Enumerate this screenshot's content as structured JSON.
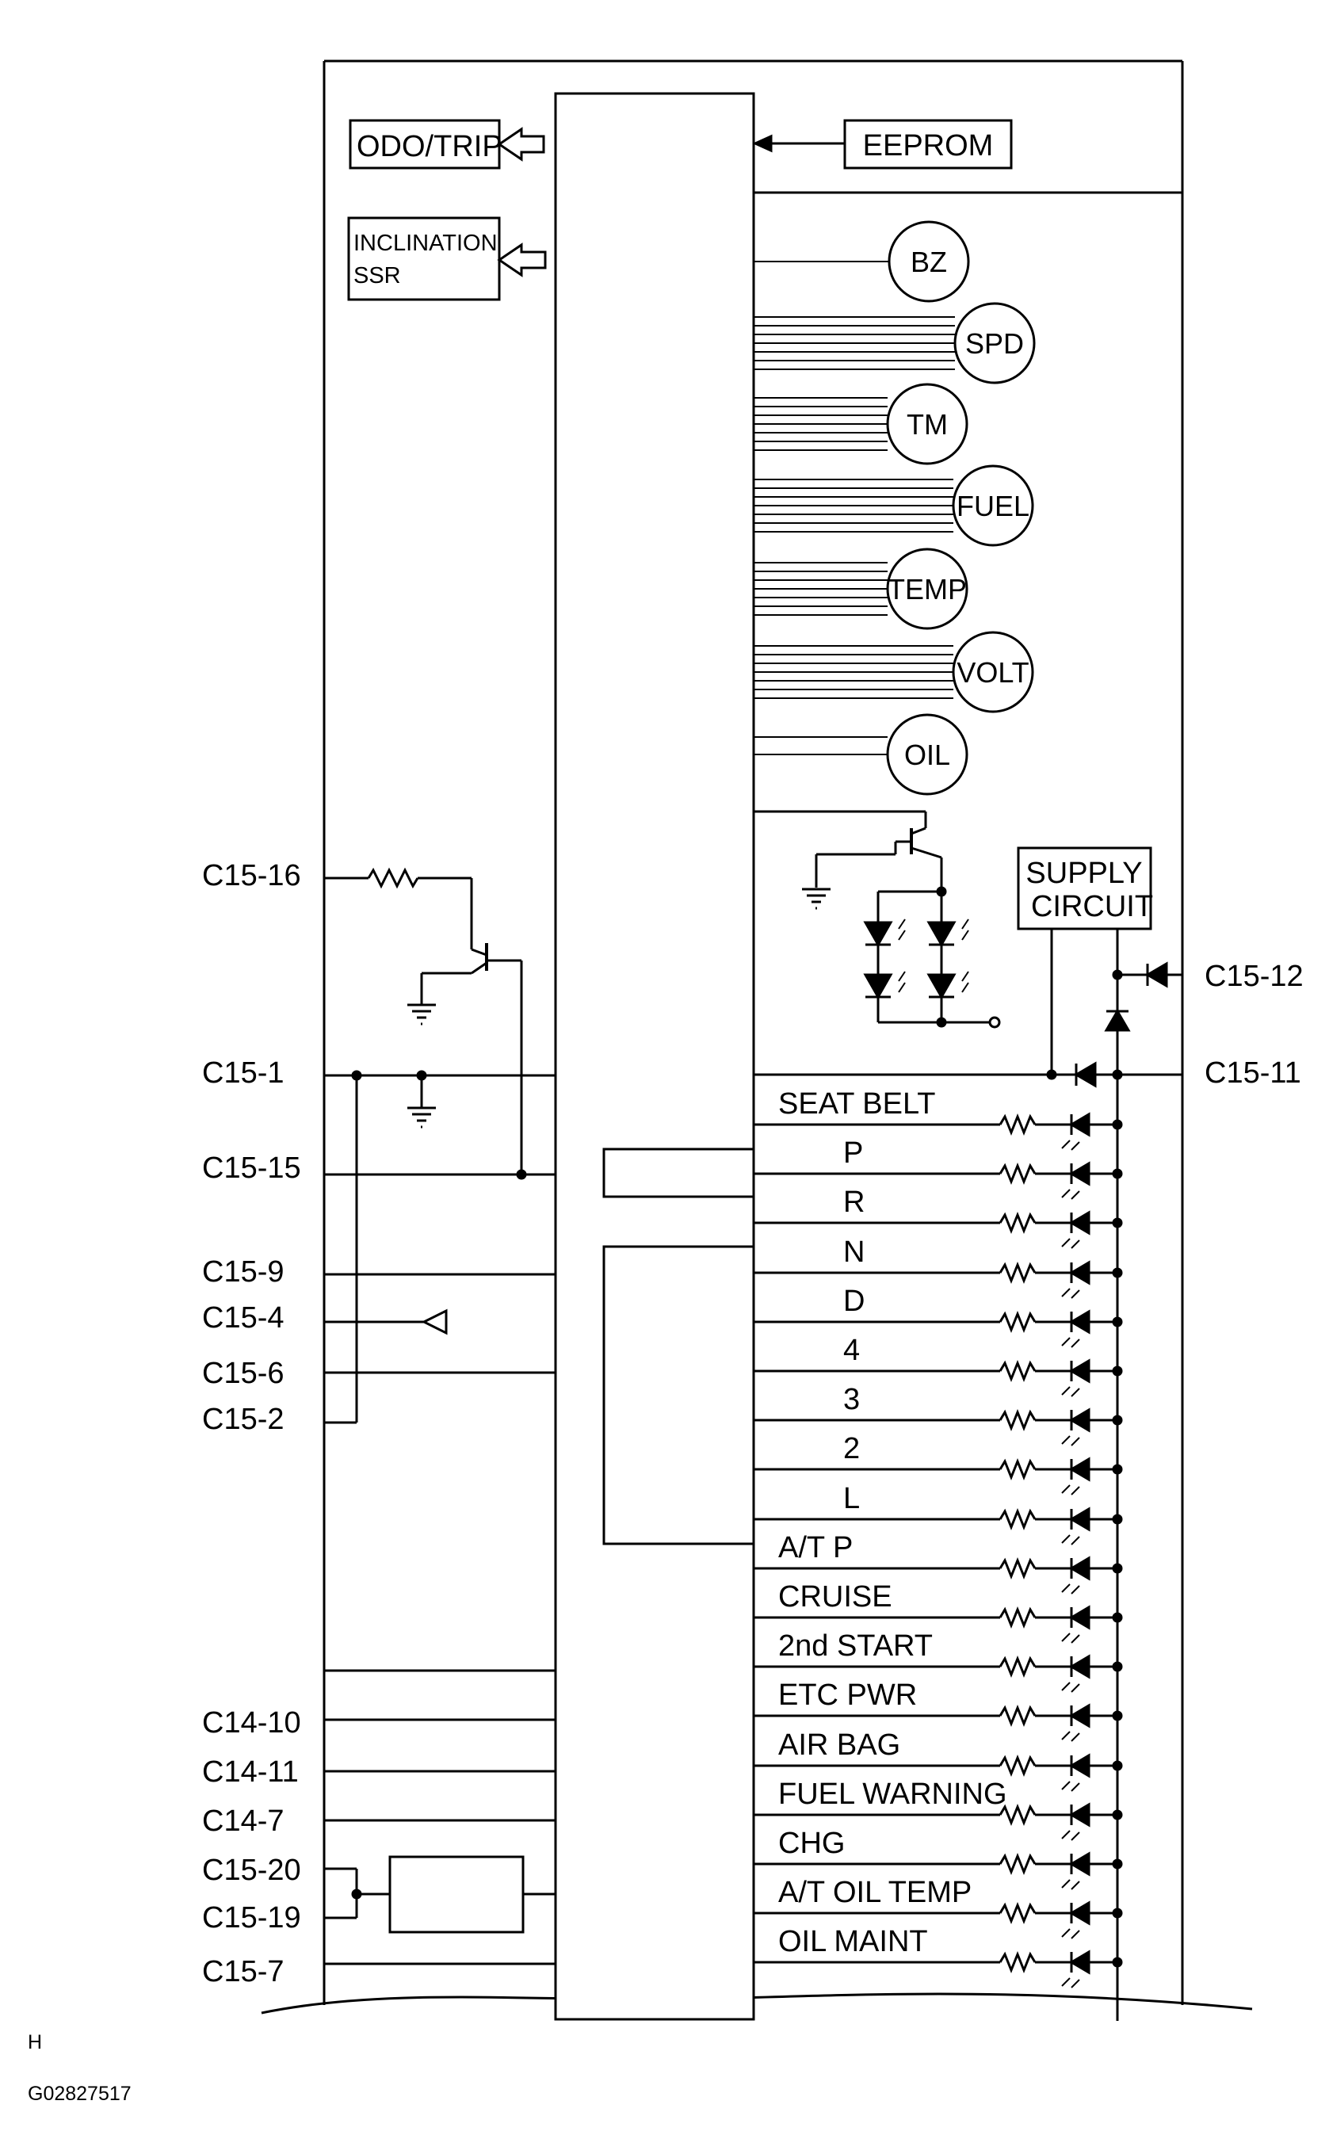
{
  "blocks": {
    "odo_trip": "ODO/TRIP",
    "inclination_line1": "INCLINATION",
    "inclination_line2": "SSR",
    "eeprom": "EEPROM",
    "supply_line1": "SUPPLY",
    "supply_line2": "CIRCUIT"
  },
  "gauges": [
    {
      "label": "BZ"
    },
    {
      "label": "SPD"
    },
    {
      "label": "TM"
    },
    {
      "label": "FUEL"
    },
    {
      "label": "TEMP"
    },
    {
      "label": "VOLT"
    },
    {
      "label": "OIL"
    }
  ],
  "connectors_left": [
    {
      "label": "C15-16"
    },
    {
      "label": "C15-1"
    },
    {
      "label": "C15-15"
    },
    {
      "label": "C15-9"
    },
    {
      "label": "C15-4"
    },
    {
      "label": "C15-6"
    },
    {
      "label": "C15-2"
    },
    {
      "label": "C14-10"
    },
    {
      "label": "C14-11"
    },
    {
      "label": "C14-7"
    },
    {
      "label": "C15-20"
    },
    {
      "label": "C15-19"
    },
    {
      "label": "C15-7"
    }
  ],
  "connectors_right": [
    {
      "label": "C15-12"
    },
    {
      "label": "C15-11"
    }
  ],
  "indicators": [
    {
      "label": "SEAT BELT"
    },
    {
      "label": "P"
    },
    {
      "label": "R"
    },
    {
      "label": "N"
    },
    {
      "label": "D"
    },
    {
      "label": "4"
    },
    {
      "label": "3"
    },
    {
      "label": "2"
    },
    {
      "label": "L"
    },
    {
      "label": "A/T P"
    },
    {
      "label": "CRUISE"
    },
    {
      "label": "2nd START"
    },
    {
      "label": "ETC PWR"
    },
    {
      "label": "AIR BAG"
    },
    {
      "label": "FUEL WARNING"
    },
    {
      "label": "CHG"
    },
    {
      "label": "A/T OIL TEMP"
    },
    {
      "label": "OIL MAINT"
    }
  ],
  "footer": {
    "corner_letter": "H",
    "figure_id": "G02827517"
  }
}
